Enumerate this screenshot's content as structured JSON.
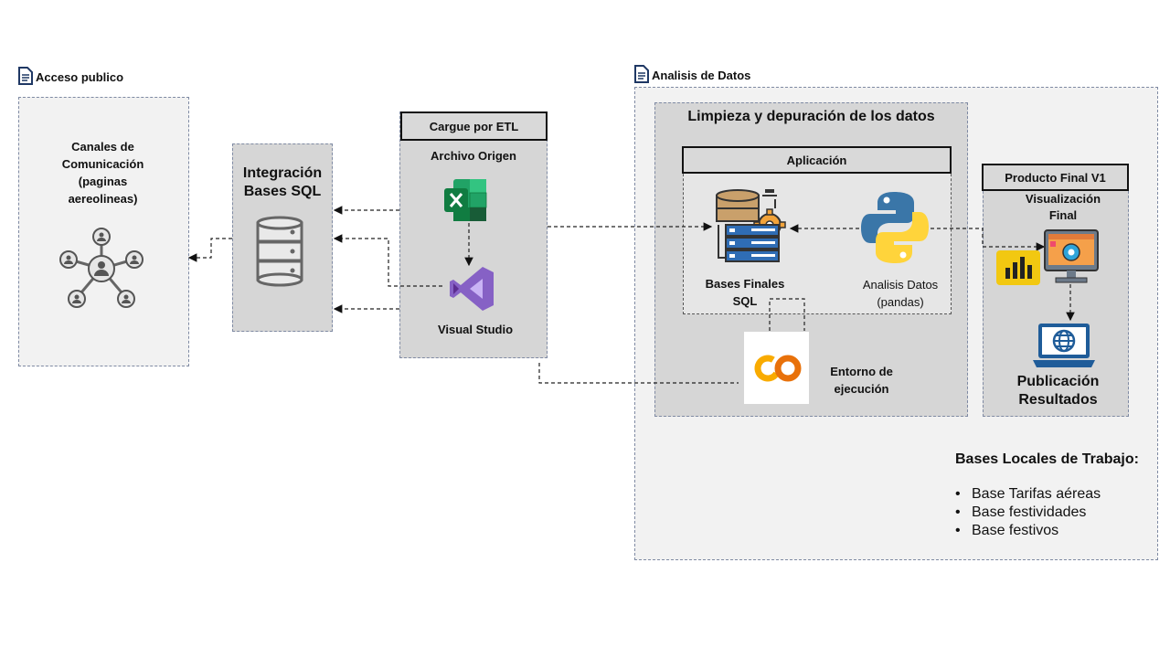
{
  "sections": {
    "public_access": "Acceso publico",
    "data_analysis": "Analisis de Datos"
  },
  "nodes": {
    "channels": "Canales de Comunicación (paginas aereolineas)",
    "integration_line1": "Integración",
    "integration_line2": "Bases SQL",
    "etl_header": "Cargue por ETL",
    "source_file": "Archivo Origen",
    "visual_studio": "Visual Studio",
    "cleaning_title": "Limpieza y depuración de los datos",
    "application_header": "Aplicación",
    "final_bases_line1": "Bases Finales",
    "final_bases_line2": "SQL",
    "analysis_line1": "Analisis Datos",
    "analysis_line2": "(pandas)",
    "runtime_line1": "Entorno de",
    "runtime_line2": "ejecución",
    "product_header": "Producto Final V1",
    "visualization_line1": "Visualización",
    "visualization_line2": "Final",
    "publication_line1": "Publicación",
    "publication_line2": "Resultados"
  },
  "local_bases": {
    "title": "Bases Locales de Trabajo:",
    "items": [
      "Base Tarifas aéreas",
      "Base festividades",
      "Base festivos"
    ]
  },
  "icons": [
    "document-icon",
    "network-icon",
    "database-icon",
    "excel-icon",
    "visual-studio-icon",
    "sql-server-icon",
    "python-icon",
    "colab-icon",
    "power-bi-icon",
    "dashboard-monitor-icon",
    "laptop-globe-icon"
  ],
  "colors": {
    "panel_border": "#7f8aa3",
    "excel_green": "#21a366",
    "vs_purple": "#8661c5",
    "python_blue": "#3a76a8",
    "python_yellow": "#ffd43b",
    "colab_orange": "#f9ab00",
    "powerbi_yellow": "#f2c811",
    "laptop_blue": "#1f5c99"
  }
}
